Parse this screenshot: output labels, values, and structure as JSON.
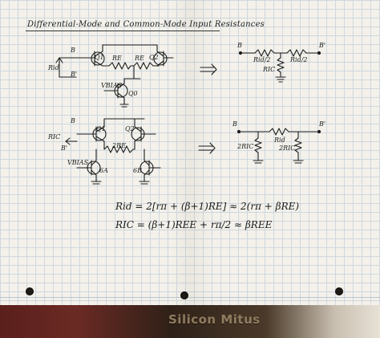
{
  "page": {
    "title": "Differential-Mode and Common-Mode Input Resistances",
    "book_label": "Silicon Mitus",
    "arrow": "⇒"
  },
  "circuit_dm": {
    "labels": [
      "B",
      "Q1",
      "RE",
      "RE",
      "Q2",
      "B'",
      "Rid",
      "VBIAS",
      "Q0"
    ]
  },
  "equiv_dm": {
    "labels": [
      "B",
      "B'",
      "Rid/2",
      "Rid/2",
      "RIC"
    ]
  },
  "circuit_cm": {
    "labels": [
      "B",
      "Q1",
      "Q2",
      "B'",
      "2RE",
      "VBIAS",
      "6A",
      "6B",
      "RIC"
    ]
  },
  "equiv_cm": {
    "labels": [
      "B",
      "B'",
      "2RIC",
      "Rid",
      "2RIC"
    ]
  },
  "equations": {
    "rid": "Rid = 2[rπ + (β+1)RE] ≈ 2(rπ + βRE)",
    "ric": "RIC = (β+1)REE + rπ/2 ≈ βREE"
  }
}
